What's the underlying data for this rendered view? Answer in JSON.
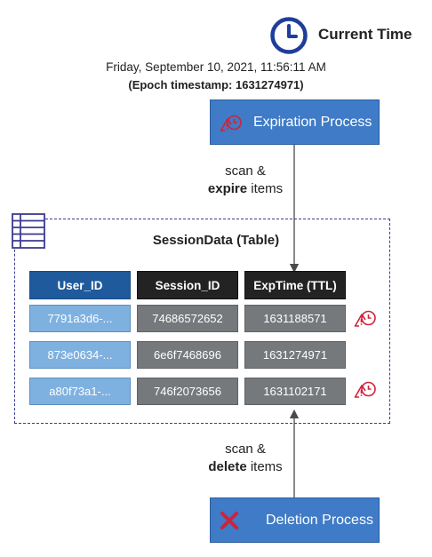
{
  "current_time": {
    "title": "Current Time",
    "datetime": "Friday, September 10, 2021, 11:56:11 AM",
    "epoch": "(Epoch timestamp: 1631274971)"
  },
  "expiration_process": {
    "label": "Expiration Process"
  },
  "deletion_process": {
    "label": "Deletion Process"
  },
  "arrows": {
    "expire": {
      "line1": "scan &",
      "line2": "expire items"
    },
    "delete": {
      "line1": "scan &",
      "line2": "delete items"
    }
  },
  "table": {
    "title": "SessionData (Table)",
    "headers": [
      "User_ID",
      "Session_ID",
      "ExpTime (TTL)"
    ],
    "rows": [
      {
        "user_id": "7791a3d6-...",
        "session_id": "74686572652",
        "exptime": "1631188571",
        "expired": true
      },
      {
        "user_id": "873e0634-...",
        "session_id": "6e6f7468696",
        "exptime": "1631274971",
        "expired": false
      },
      {
        "user_id": "a80f73a1-...",
        "session_id": "746f2073656",
        "exptime": "1631102171",
        "expired": true
      }
    ]
  },
  "icons": {
    "clock": "clock-icon",
    "expiration": "expiration-icon",
    "deletion": "close-icon",
    "table": "table-icon",
    "expired_marker": "expired-item-icon"
  },
  "colors": {
    "process_blue": "#3f7bc6",
    "header_blue": "#1f5a9c",
    "header_dark": "#232323",
    "user_cell": "#7fb1e0",
    "grey_cell": "#76797c",
    "alert_red": "#d0223a",
    "frame_navy": "#3b3a8f"
  }
}
